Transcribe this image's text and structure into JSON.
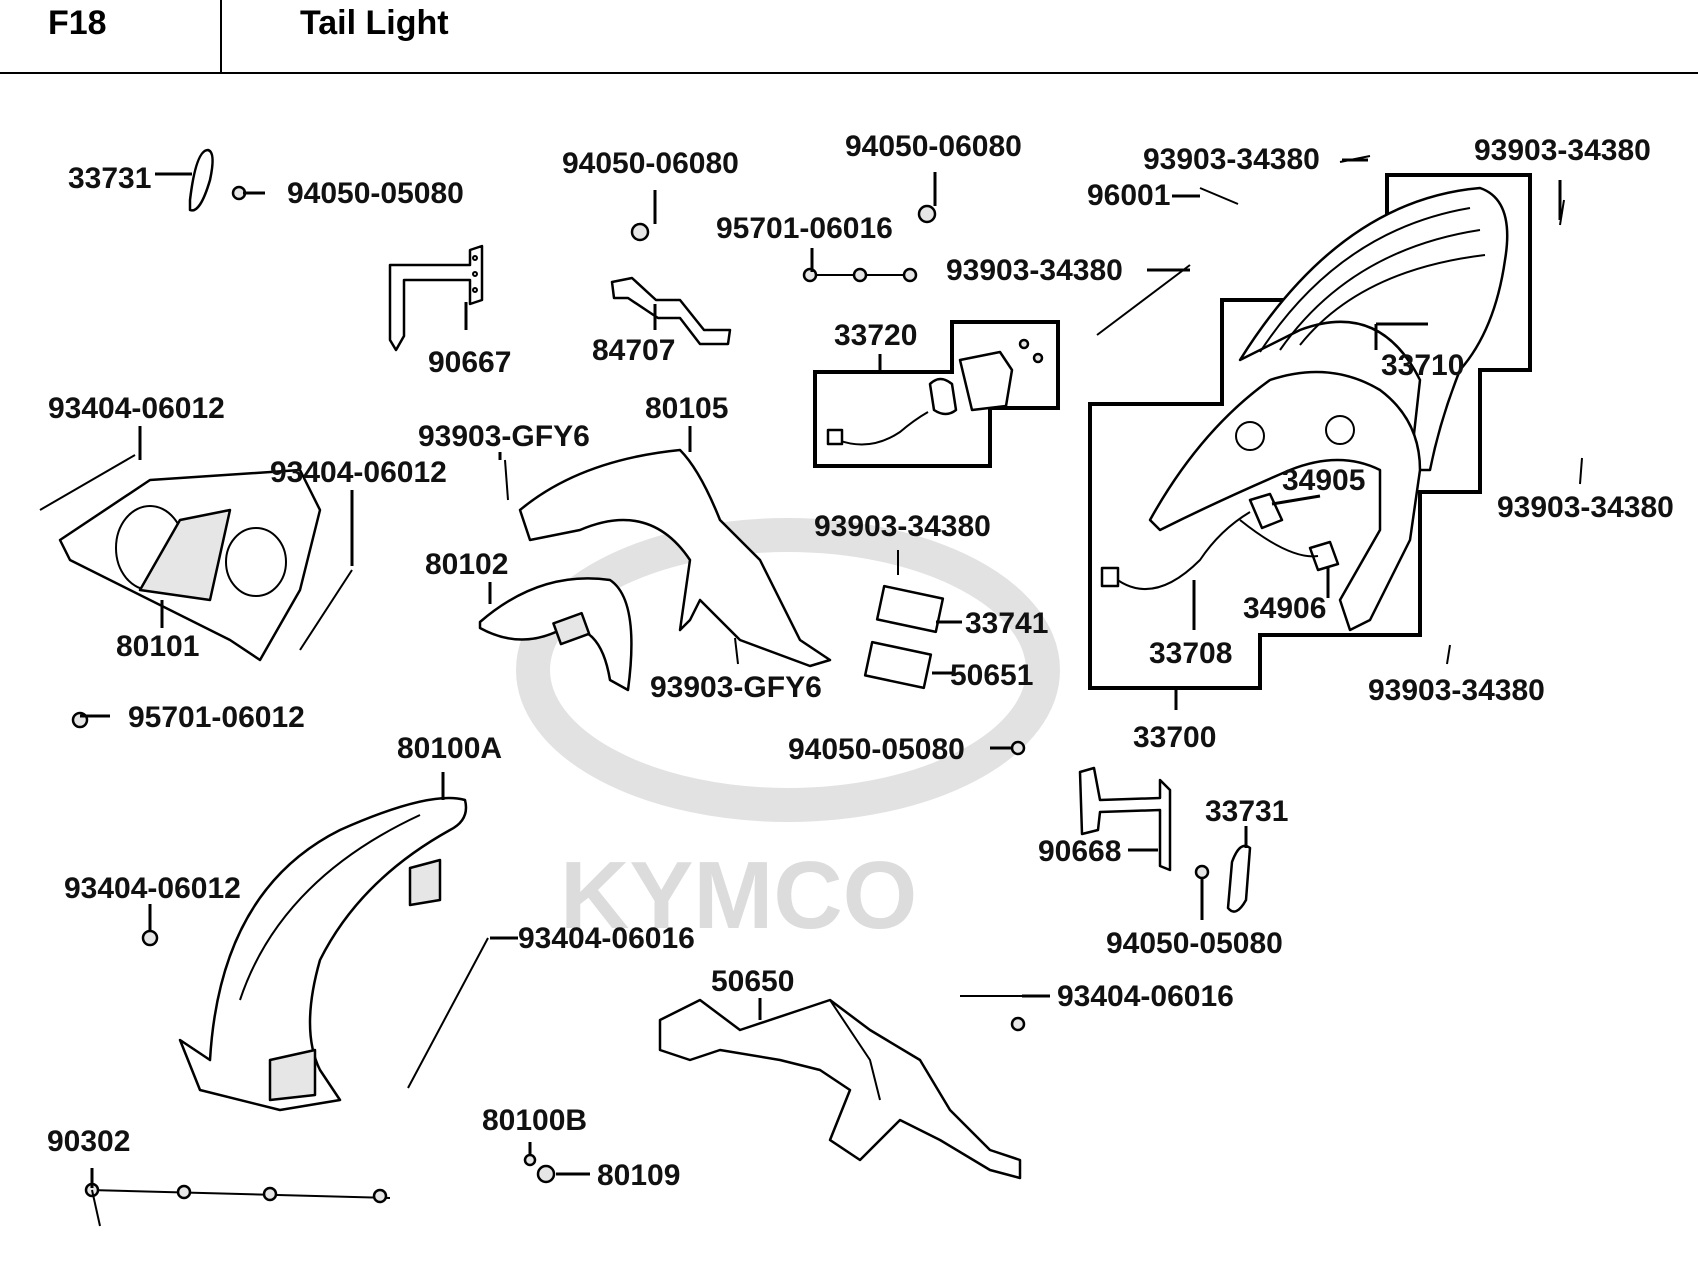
{
  "header": {
    "code": "F18",
    "title": "Tail Light"
  },
  "watermark": {
    "brand": "KYMCO"
  },
  "labels": {
    "p33731_a": "33731",
    "p94050_05080_a": "94050-05080",
    "p94050_06080_a": "94050-06080",
    "p94050_06080_b": "94050-06080",
    "p95701_06016": "95701-06016",
    "p93903_34380_a": "93903-34380",
    "p93903_34380_b": "93903-34380",
    "p96001": "96001",
    "p93903_34380_c": "93903-34380",
    "p90667": "90667",
    "p84707": "84707",
    "p33720": "33720",
    "p33710": "33710",
    "p93404_06012_a": "93404-06012",
    "p93404_06012_b": "93404-06012",
    "p80105": "80105",
    "p93903_gfy6_a": "93903-GFY6",
    "p34905": "34905",
    "p93903_34380_d": "93903-34380",
    "p93903_34380_e": "93903-34380",
    "p80102": "80102",
    "p33741": "33741",
    "p34906": "34906",
    "p80101": "80101",
    "p33708": "33708",
    "p50651": "50651",
    "p93903_gfy6_b": "93903-GFY6",
    "p93903_34380_f": "93903-34380",
    "p95701_06012": "95701-06012",
    "p33700": "33700",
    "p94050_05080_b": "94050-05080",
    "p80100a": "80100A",
    "p33731_b": "33731",
    "p90668": "90668",
    "p93404_06012_c": "93404-06012",
    "p93404_06016_a": "93404-06016",
    "p94050_05080_c": "94050-05080",
    "p50650": "50650",
    "p93404_06016_b": "93404-06016",
    "p90302": "90302",
    "p80100b": "80100B",
    "p80109": "80109"
  }
}
